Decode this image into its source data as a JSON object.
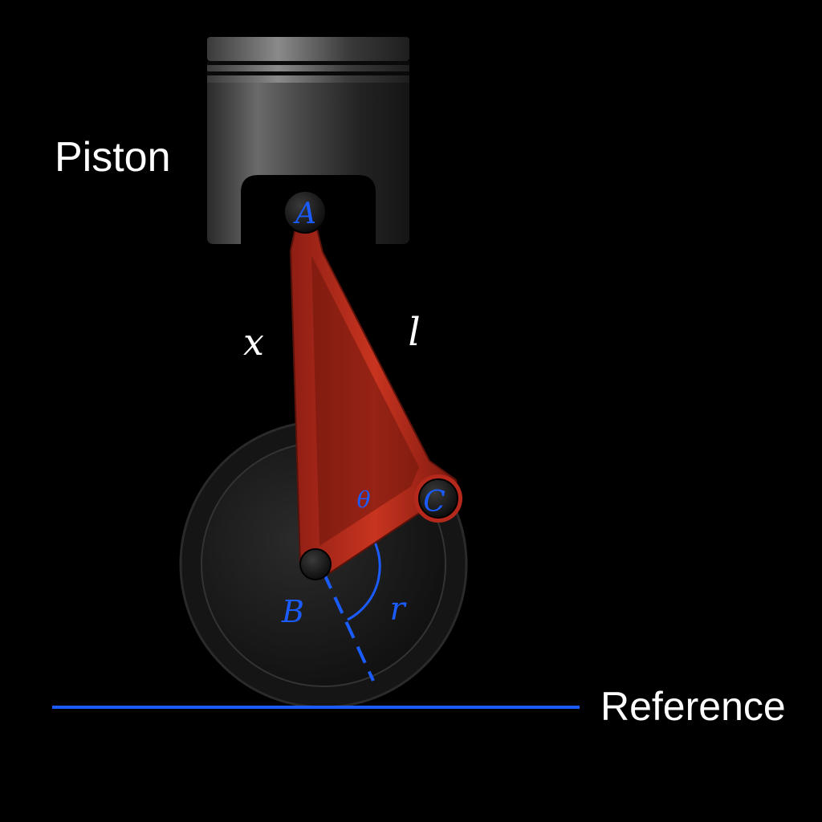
{
  "labels": {
    "piston": "Piston",
    "reference": "Reference",
    "x": "x",
    "l": "l",
    "point_a": "A",
    "point_b": "B",
    "point_c": "C",
    "theta": "θ",
    "r": "r"
  },
  "colors": {
    "background": "#000000",
    "accent_blue": "#1a5cff",
    "rod_red": "#b5291c",
    "text_white": "#ffffff"
  }
}
